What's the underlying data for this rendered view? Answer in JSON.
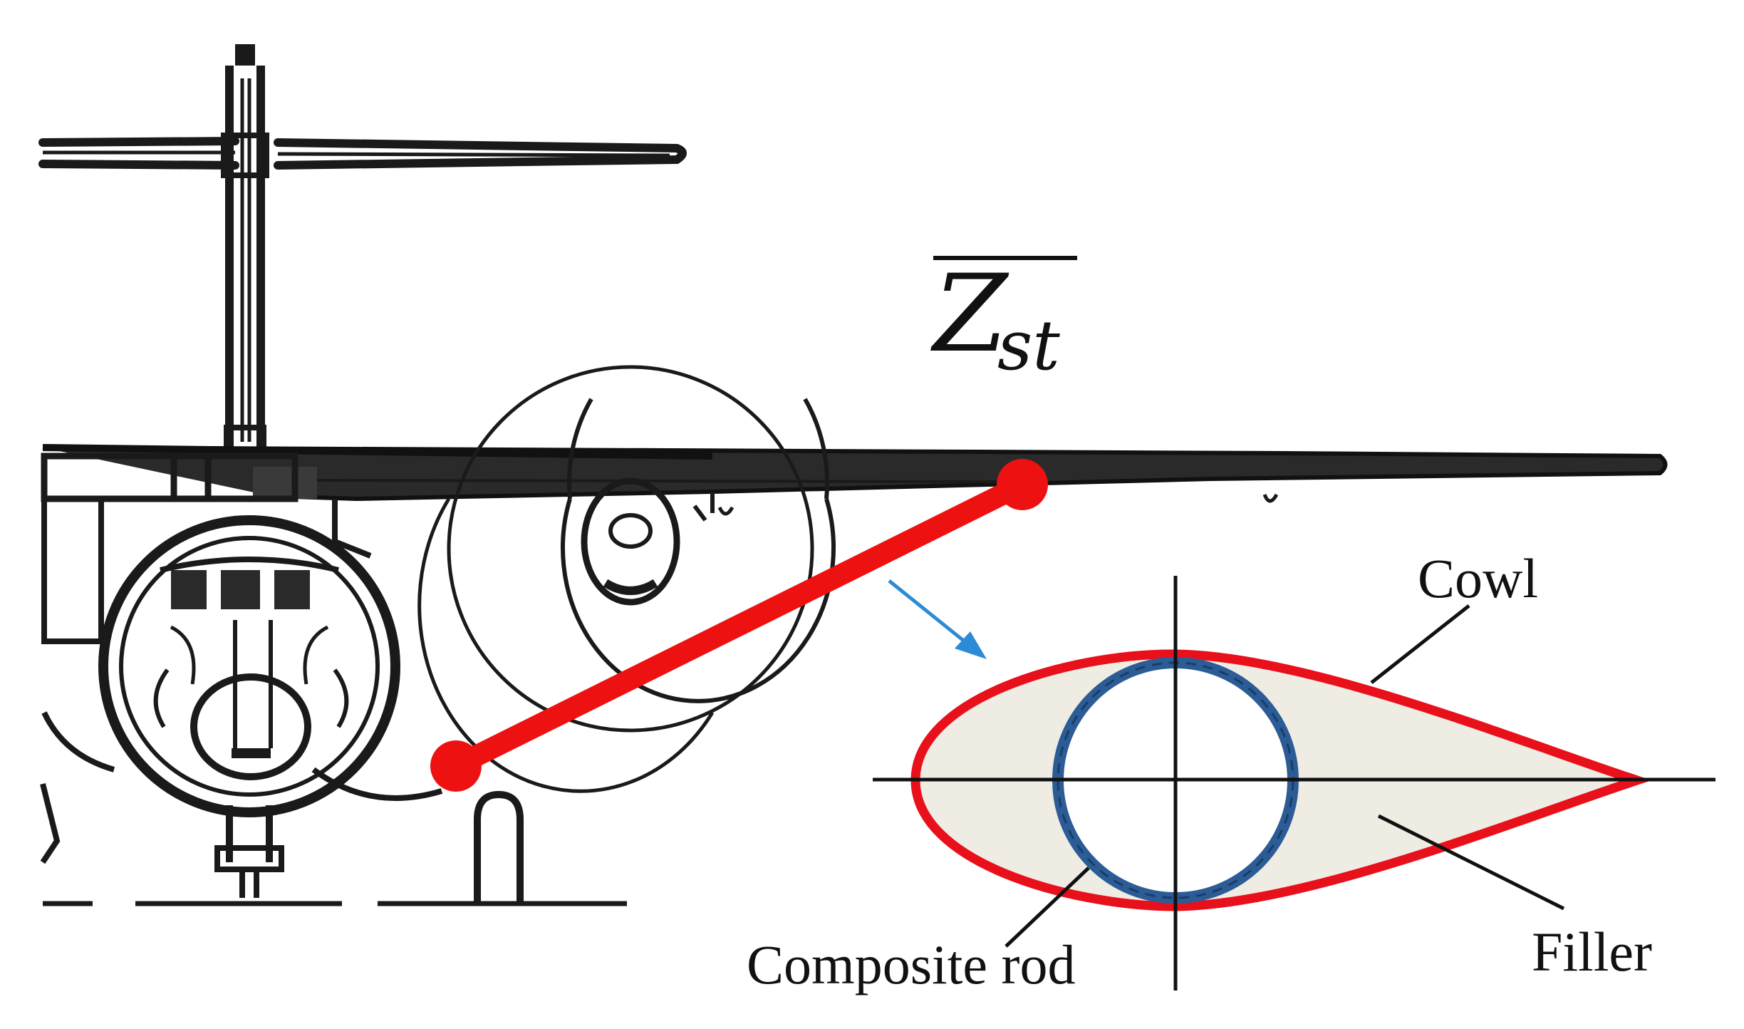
{
  "symbol": {
    "main": "Z",
    "subscript": "st",
    "overline": true
  },
  "labels": {
    "cowl": "Cowl",
    "composite_rod": "Composite rod",
    "filler": "Filler"
  },
  "colors": {
    "strut": "#ee1111",
    "cowl_outline": "#e8101a",
    "rod_ring": "#2b5c96",
    "filler_fill": "#eeece3",
    "ink": "#1a1a1a",
    "pointer_arrow": "#2b8bd6"
  },
  "icons": {
    "aircraft": "aircraft-front-view-icon",
    "pointer": "arrow-down-right-icon"
  }
}
